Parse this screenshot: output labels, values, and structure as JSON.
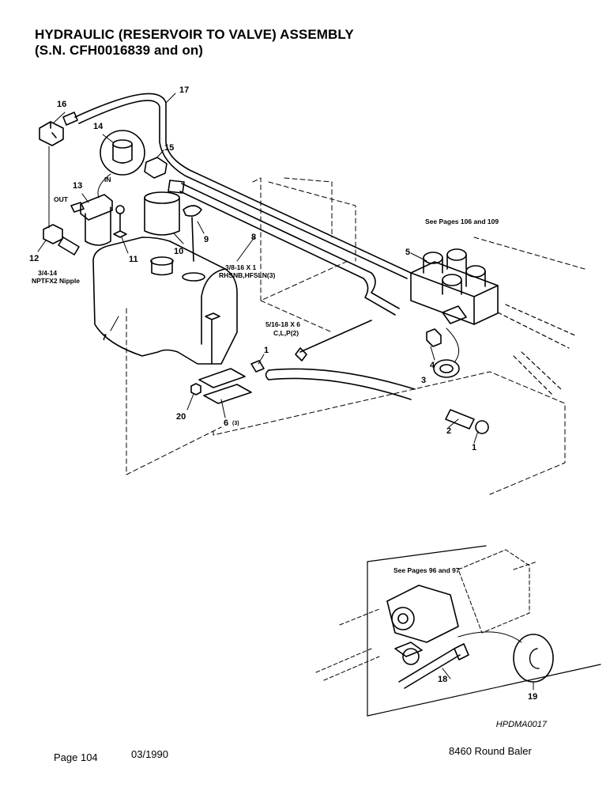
{
  "header": {
    "title_line1": "HYDRAULIC (RESERVOIR TO VALVE) ASSEMBLY",
    "title_line2": "(S.N. CFH0016839 and on)"
  },
  "callouts": {
    "c1a": "1",
    "c1b": "1",
    "c2": "2",
    "c3": "3",
    "c4": "4",
    "c5": "5",
    "c6": "6",
    "c6qty": "(3)",
    "c7": "7",
    "c8": "8",
    "c9": "9",
    "c10": "10",
    "c11": "11",
    "c12": "12",
    "c13": "13",
    "c14": "14",
    "c15": "15",
    "c16": "16",
    "c17": "17",
    "c18": "18",
    "c19": "19",
    "c20": "20"
  },
  "notes": {
    "see_pages_valve": "See Pages 106 and 109",
    "see_pages_pump": "See Pages 96 and 97",
    "in_label": "IN",
    "out_label": "OUT",
    "nipple_line1": "3/4-14",
    "nipple_line2": "NPTFX2 Nipple",
    "bolt_a_line1": "3/8-16 X 1",
    "bolt_a_line2": "RHSNB,HFSLN(3)",
    "bolt_b_line1": "5/16-18 X 6",
    "bolt_b_line2": "C,L,P(2)"
  },
  "footer": {
    "figure_code": "HPDMA0017",
    "page": "Page 104",
    "date": "03/1990",
    "model": "8460 Round Baler"
  }
}
